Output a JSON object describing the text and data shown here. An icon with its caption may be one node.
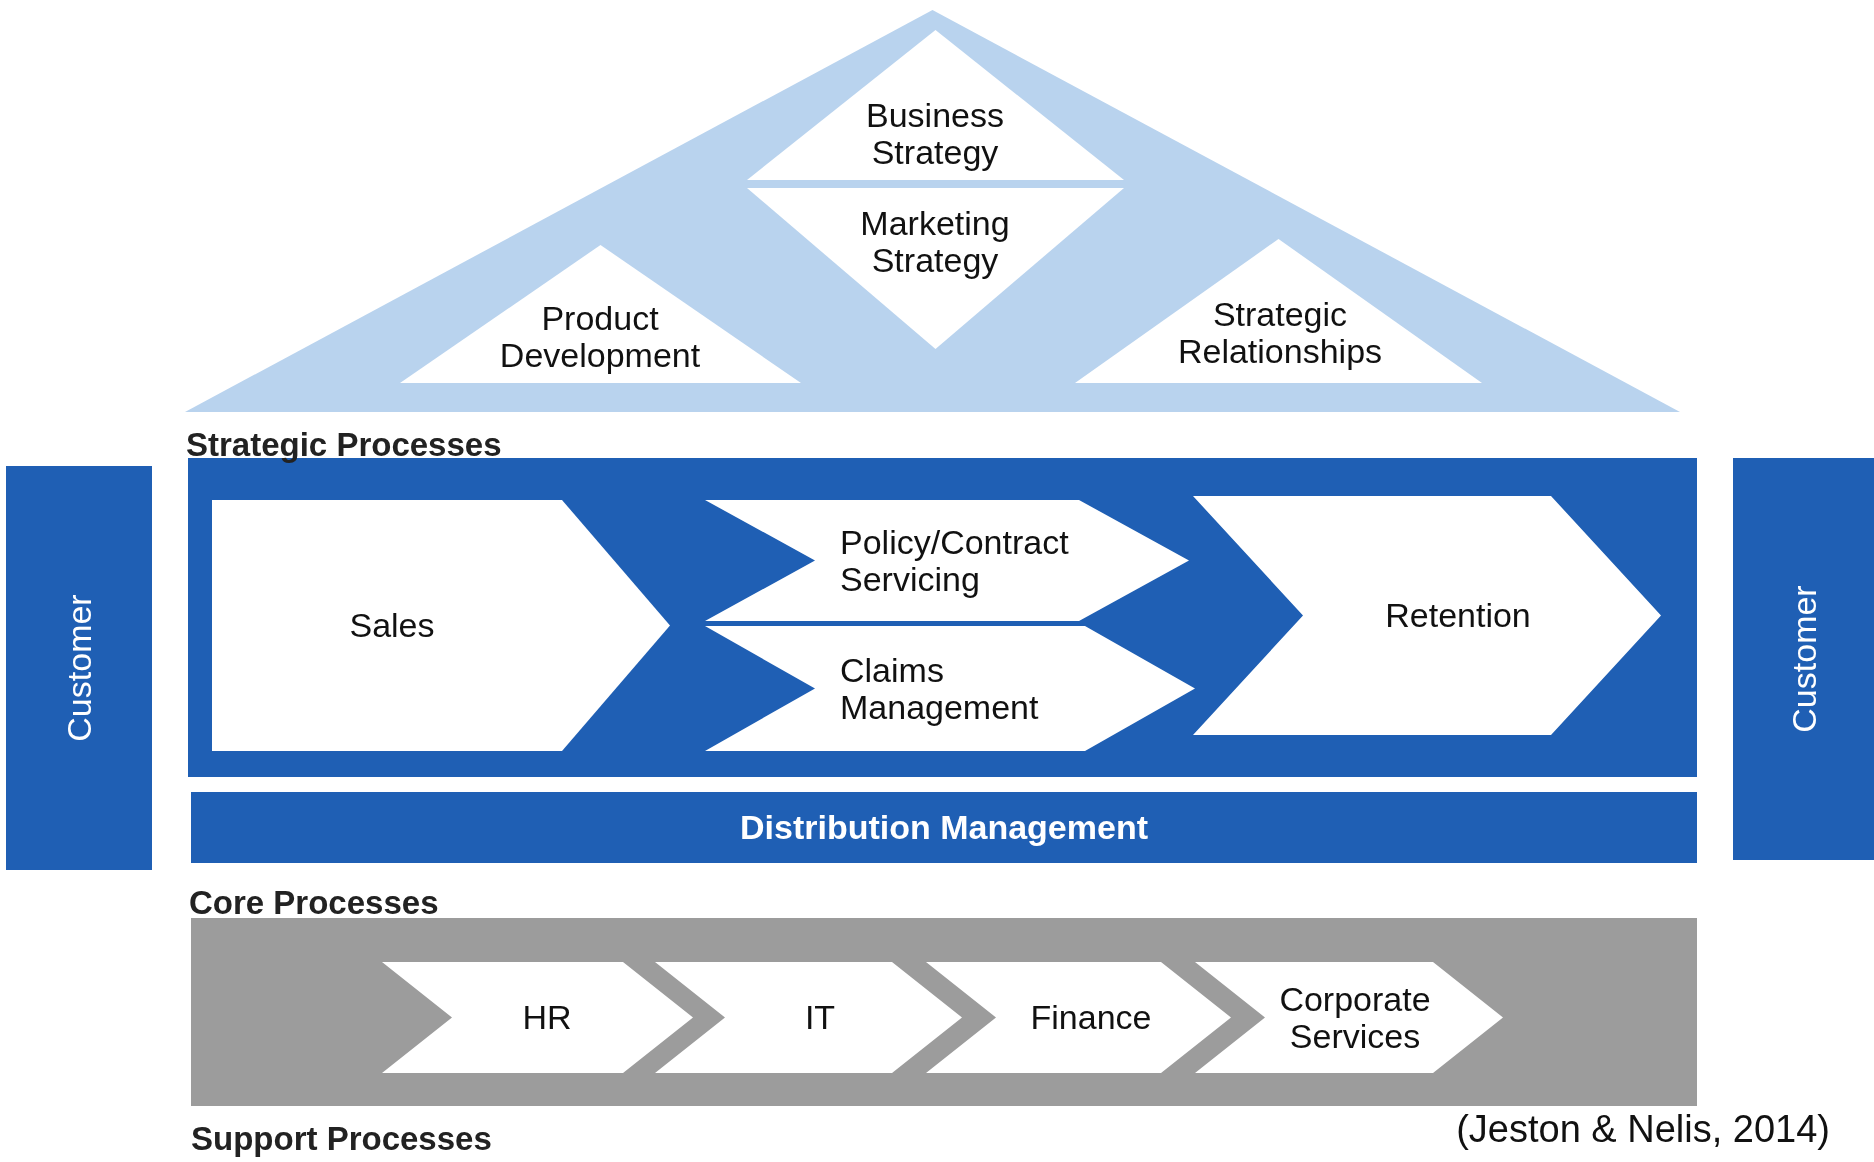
{
  "diagram": {
    "caption": "(Jeston & Nelis, 2014)",
    "nodes": [
      {
        "text": [],
        "shape": "triangle"
      },
      {
        "text": [
          "Business Strategy"
        ],
        "in": 0
      },
      {
        "text": [
          "Marketing Strategy"
        ],
        "in": 0
      },
      {
        "text": [
          "Product Development"
        ],
        "in": 0
      },
      {
        "text": [
          "Strategic Relationships"
        ],
        "in": 0
      },
      {
        "text": [
          "Customer"
        ]
      },
      {
        "text": [],
        "shape": "box"
      },
      {
        "text": [
          "Sales"
        ],
        "in": 6
      },
      {
        "text": [
          "Policy/Contract Servicing"
        ],
        "in": 6
      },
      {
        "text": [
          "Claims Management"
        ],
        "in": 6
      },
      {
        "text": [
          "Retention"
        ],
        "in": 6
      },
      {
        "text": [
          "Customer"
        ]
      },
      {
        "text": [
          "Distribution Management"
        ]
      },
      {
        "text": [],
        "shape": "box"
      },
      {
        "text": [
          "HR"
        ],
        "in": 13
      },
      {
        "text": [
          "IT"
        ],
        "in": 13
      },
      {
        "text": [
          "Finance"
        ],
        "in": 13
      },
      {
        "text": [
          "Corporate Services"
        ],
        "in": 13
      }
    ],
    "labels": [
      "Strategic Processes",
      "Core Processes",
      "Support Processes"
    ]
  }
}
